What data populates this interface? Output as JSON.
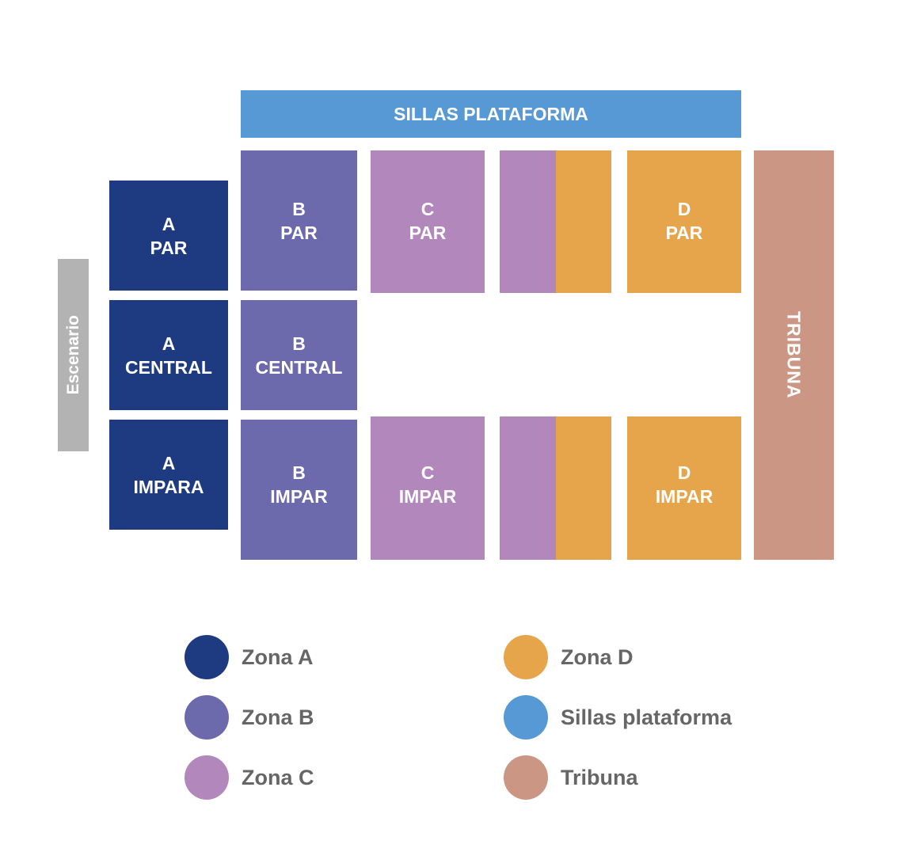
{
  "colors": {
    "zona_a": "#1e3a80",
    "zona_b": "#6c69ad",
    "zona_c": "#b288bc",
    "zona_d": "#e6a44b",
    "sillas_plataforma": "#5799d4",
    "tribuna": "#cb9683",
    "escenario": "#b3b3b3",
    "legend_text": "#666666"
  },
  "map": {
    "escenario": "Escenario",
    "sillas_plataforma": "SILLAS PLATAFORMA",
    "tribuna": "TRIBUNA",
    "a_par": {
      "line1": "A",
      "line2": "PAR"
    },
    "a_central": {
      "line1": "A",
      "line2": "CENTRAL"
    },
    "a_impara": {
      "line1": "A",
      "line2": "IMPARA"
    },
    "b_par": {
      "line1": "B",
      "line2": "PAR"
    },
    "b_central": {
      "line1": "B",
      "line2": "CENTRAL"
    },
    "b_impar": {
      "line1": "B",
      "line2": "IMPAR"
    },
    "c_par": {
      "line1": "C",
      "line2": "PAR"
    },
    "c_impar": {
      "line1": "C",
      "line2": "IMPAR"
    },
    "d_par": {
      "line1": "D",
      "line2": "PAR"
    },
    "d_impar": {
      "line1": "D",
      "line2": "IMPAR"
    }
  },
  "legend": [
    {
      "label": "Zona A",
      "color": "#1e3a80"
    },
    {
      "label": "Zona B",
      "color": "#6c69ad"
    },
    {
      "label": "Zona C",
      "color": "#b288bc"
    },
    {
      "label": "Zona D",
      "color": "#e6a44b"
    },
    {
      "label": "Sillas plataforma",
      "color": "#5799d4"
    },
    {
      "label": "Tribuna",
      "color": "#cb9683"
    }
  ]
}
